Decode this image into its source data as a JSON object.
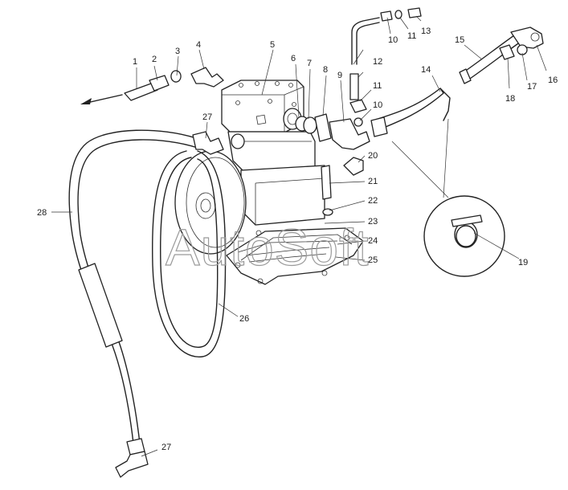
{
  "diagram": {
    "watermark": "AutoSoft",
    "callouts": [
      {
        "id": "c1",
        "label": "1"
      },
      {
        "id": "c2",
        "label": "2"
      },
      {
        "id": "c3",
        "label": "3"
      },
      {
        "id": "c4",
        "label": "4"
      },
      {
        "id": "c5",
        "label": "5"
      },
      {
        "id": "c6",
        "label": "6"
      },
      {
        "id": "c7",
        "label": "7"
      },
      {
        "id": "c8",
        "label": "8"
      },
      {
        "id": "c9",
        "label": "9"
      },
      {
        "id": "c10a",
        "label": "10"
      },
      {
        "id": "c10b",
        "label": "10"
      },
      {
        "id": "c11a",
        "label": "11"
      },
      {
        "id": "c11b",
        "label": "11"
      },
      {
        "id": "c12",
        "label": "12"
      },
      {
        "id": "c13",
        "label": "13"
      },
      {
        "id": "c14",
        "label": "14"
      },
      {
        "id": "c15",
        "label": "15"
      },
      {
        "id": "c16",
        "label": "16"
      },
      {
        "id": "c17",
        "label": "17"
      },
      {
        "id": "c18",
        "label": "18"
      },
      {
        "id": "c19",
        "label": "19"
      },
      {
        "id": "c20",
        "label": "20"
      },
      {
        "id": "c21",
        "label": "21"
      },
      {
        "id": "c22",
        "label": "22"
      },
      {
        "id": "c23",
        "label": "23"
      },
      {
        "id": "c24",
        "label": "24"
      },
      {
        "id": "c25",
        "label": "25"
      },
      {
        "id": "c26",
        "label": "26"
      },
      {
        "id": "c27a",
        "label": "27"
      },
      {
        "id": "c27b",
        "label": "27"
      },
      {
        "id": "c28",
        "label": "28"
      }
    ]
  }
}
